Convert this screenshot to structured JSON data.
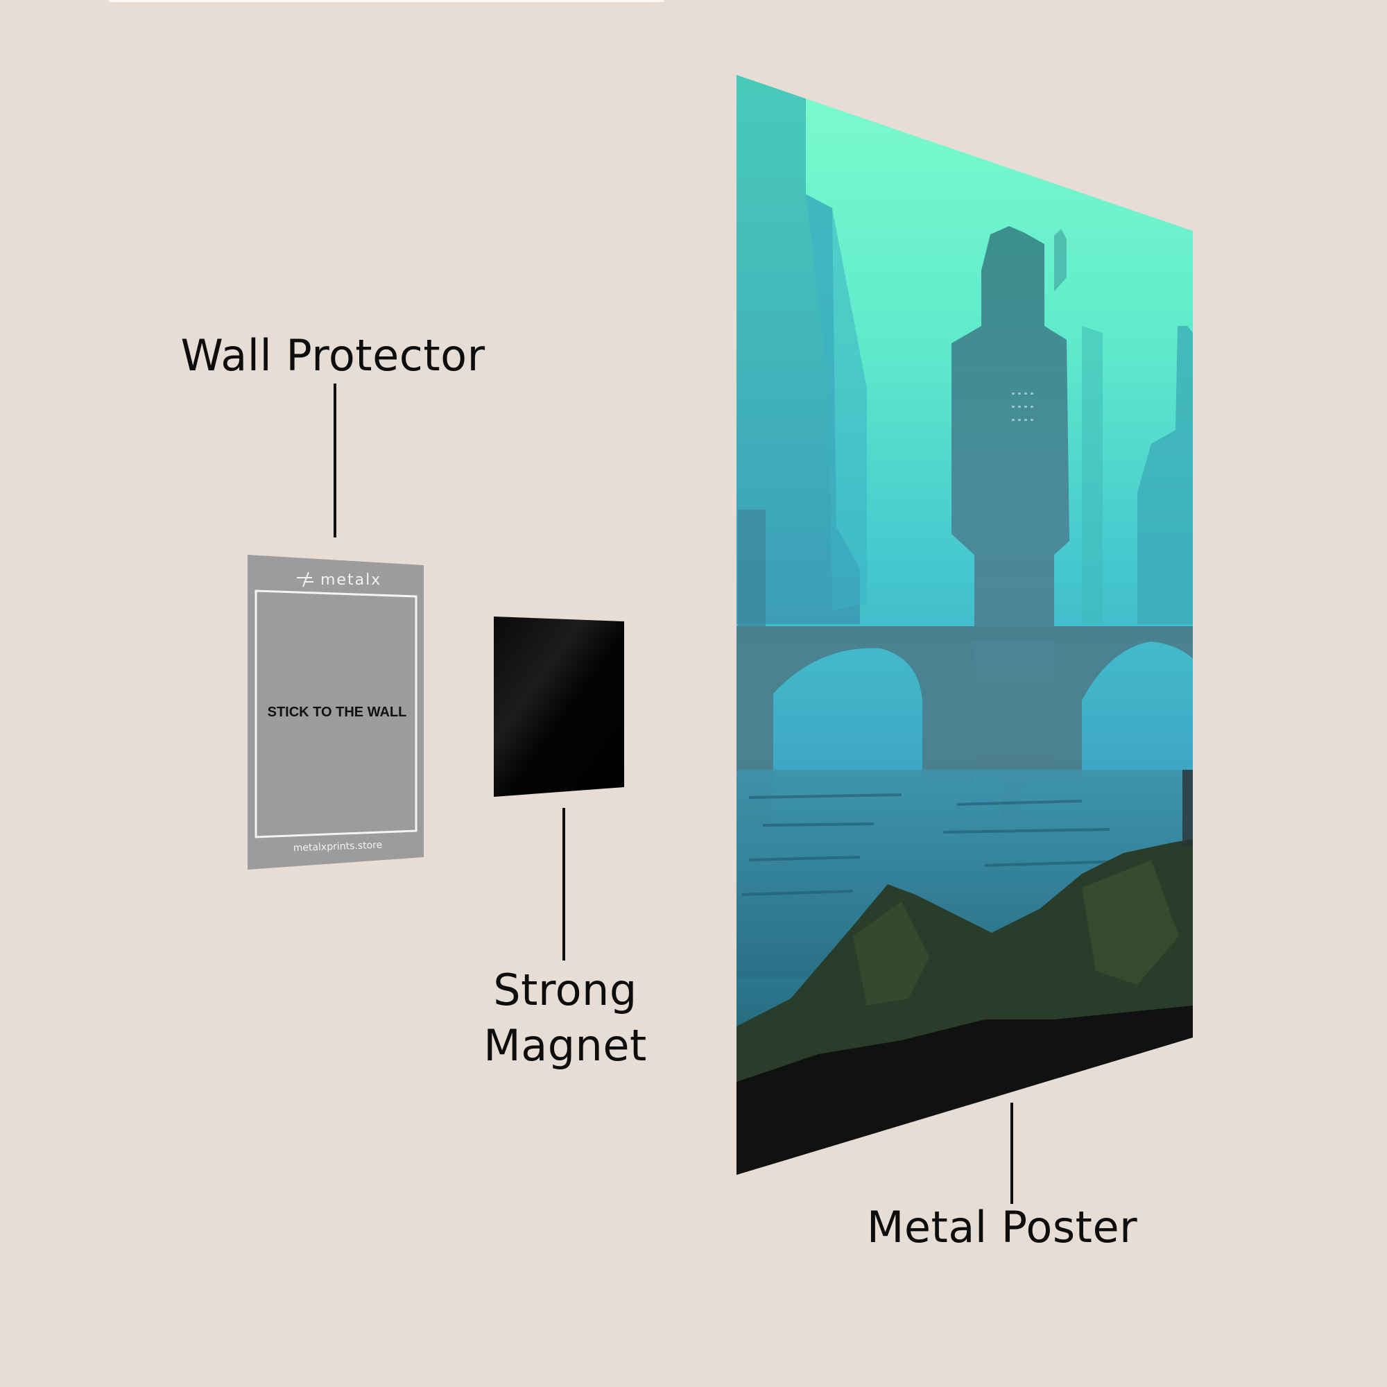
{
  "colors": {
    "background": "#e8ddd5",
    "text": "#0d0d0d",
    "wall_protector": "#9c9c9c",
    "magnet": "#050505",
    "poster_sky_top": "#74fccb",
    "poster_mid": "#45bfd0",
    "poster_water": "#2f7f95",
    "poster_rocks": "#1c2a1e"
  },
  "labels": {
    "wall_protector": "Wall Protector",
    "strong_magnet_line1": "Strong",
    "strong_magnet_line2": "Magnet",
    "metal_poster": "Metal Poster"
  },
  "wall_protector_card": {
    "brand": "metalx",
    "brand_icon": "metalx-logo-icon",
    "center_text": "STICK TO THE WALL",
    "url": "metalxprints.store"
  },
  "poster": {
    "description": "Foggy teal underwater city with ruined tower, arched bridge, rippling water and mossy rocks"
  }
}
